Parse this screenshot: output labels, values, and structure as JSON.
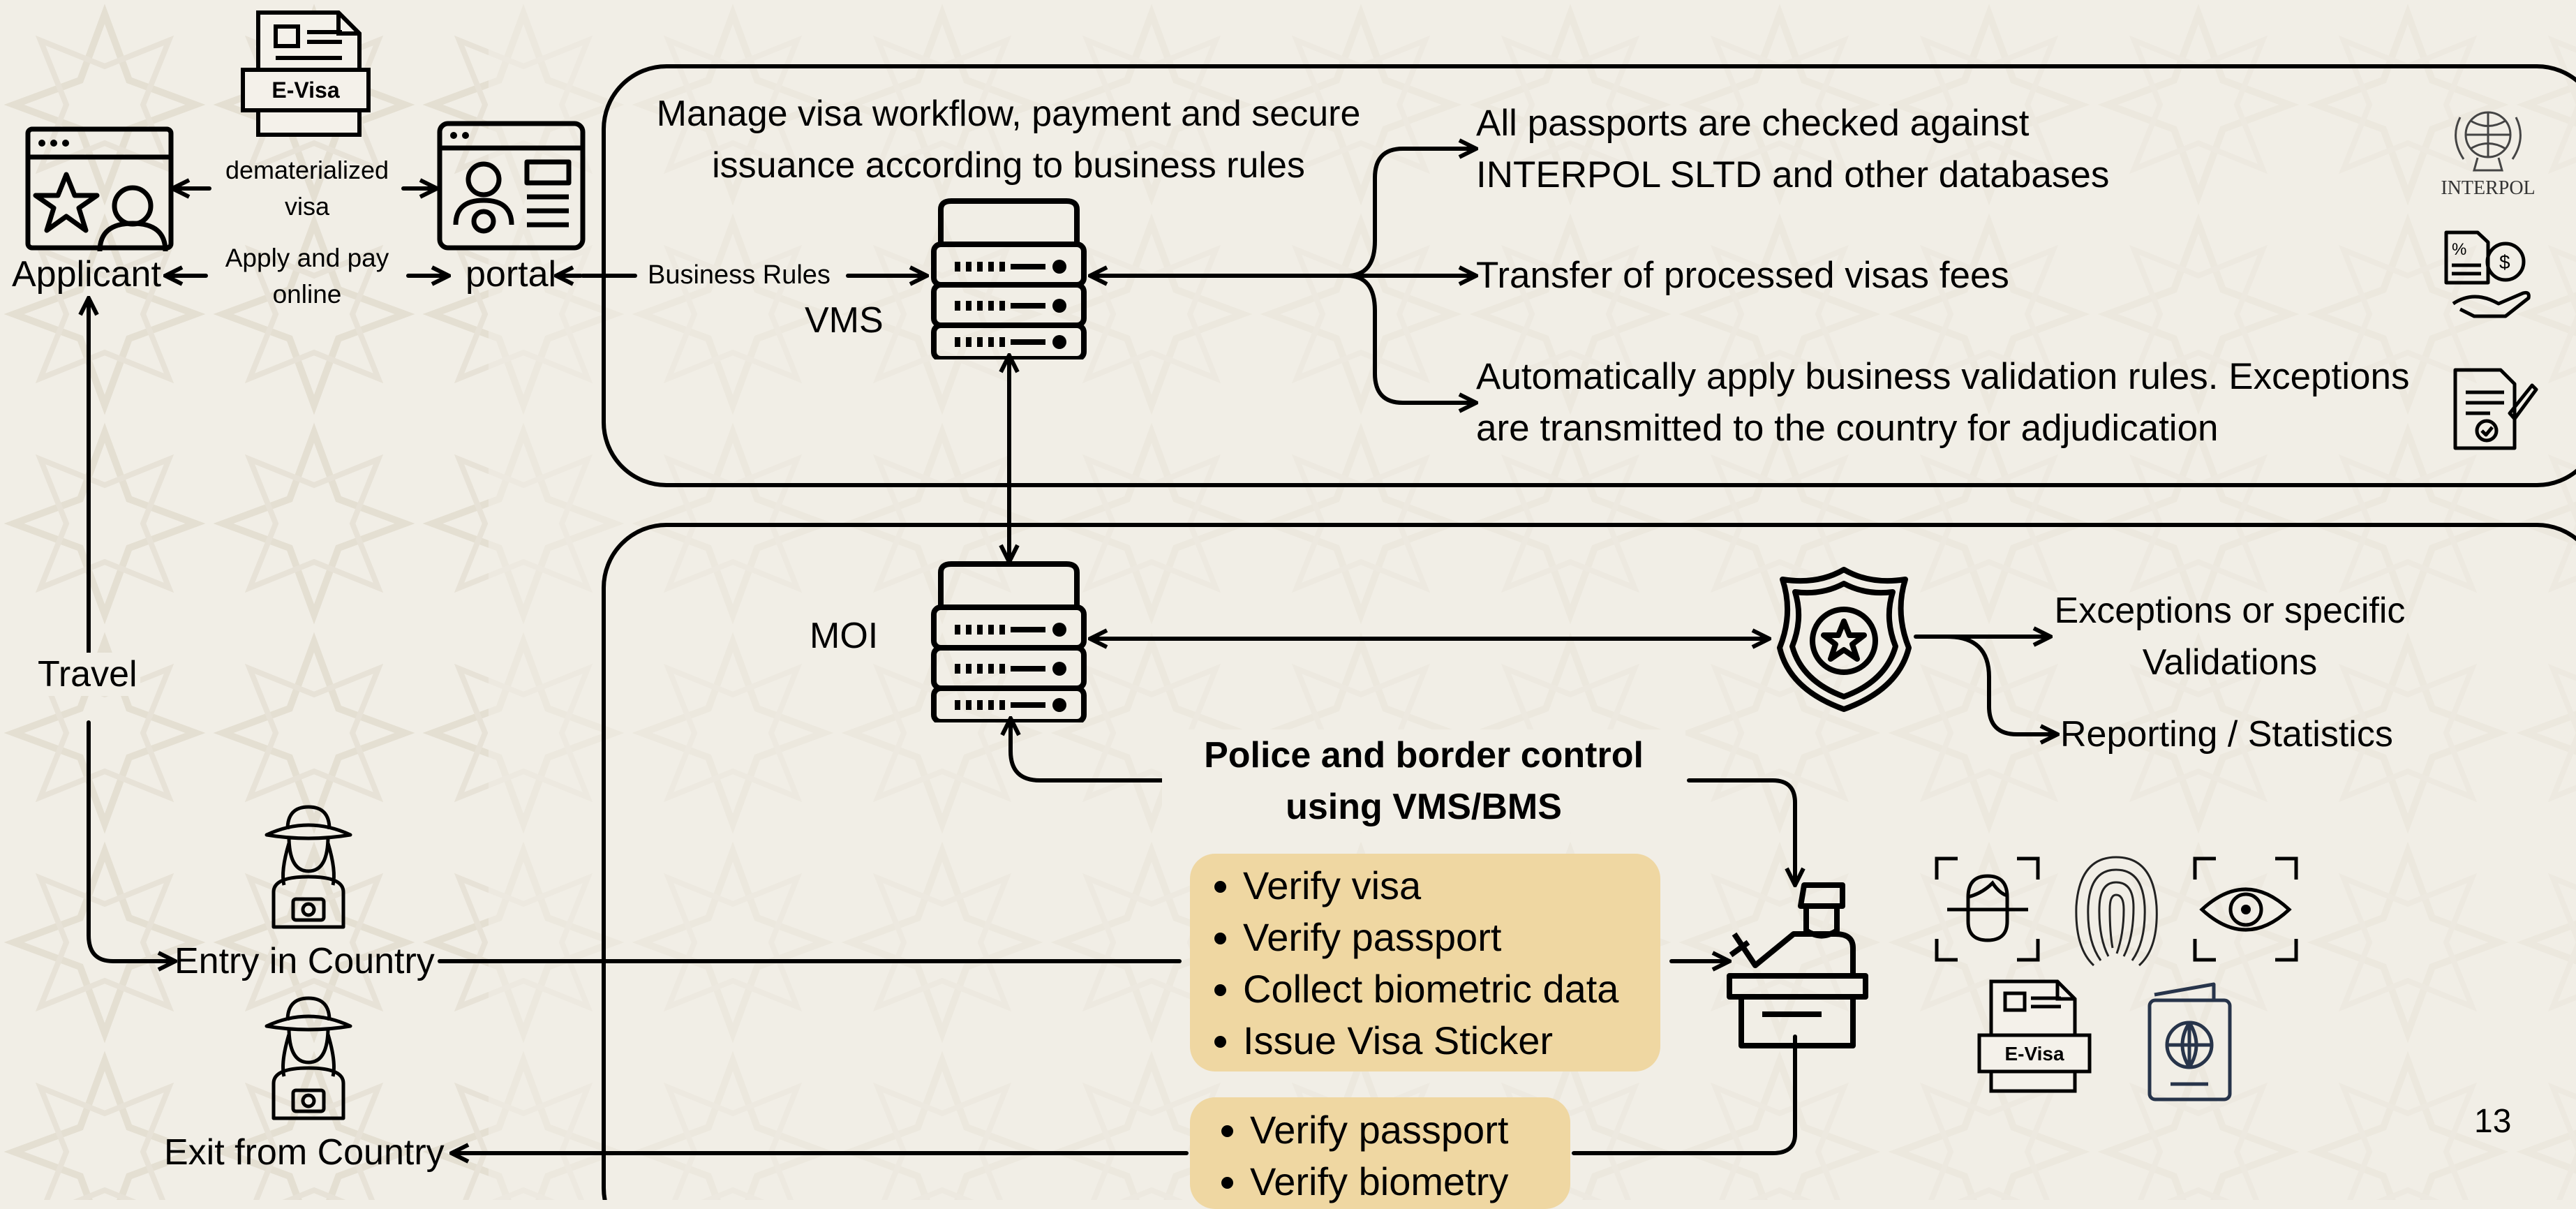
{
  "evisa_label": "E-Visa",
  "applicant": {
    "label": "Applicant",
    "dematerialized_visa": [
      "dematerialized",
      "visa"
    ],
    "apply_pay": [
      "Apply and pay",
      "online"
    ]
  },
  "portal": {
    "label": "portal",
    "business_rules": "Business Rules"
  },
  "vms": {
    "label": "VMS",
    "description": [
      "Manage visa workflow, payment and secure",
      "issuance according to business rules"
    ],
    "outputs": [
      [
        "All passports are checked against",
        "INTERPOL SLTD and other databases"
      ],
      [
        "Transfer of processed visas fees"
      ],
      [
        "Automatically apply business validation rules. Exceptions",
        "are transmitted to the country for adjudication"
      ]
    ],
    "interpol_label": "INTERPOL"
  },
  "moi": {
    "label": "MOI",
    "police_outputs": [
      [
        "Exceptions or specific",
        "Validations"
      ],
      [
        "Reporting / Statistics"
      ]
    ],
    "border_control": [
      "Police and border control",
      "using VMS/BMS"
    ],
    "entry_tasks": [
      "Verify visa",
      "Verify passport",
      "Collect biometric data",
      "Issue Visa Sticker"
    ],
    "exit_tasks": [
      "Verify passport",
      "Verify biometry"
    ]
  },
  "traveler": {
    "travel_label": "Travel",
    "entry_label": "Entry in Country",
    "exit_label": "Exit from Country"
  },
  "page_number": "13",
  "colors": {
    "task_box": "#efd7a2",
    "line": "#000000",
    "background": "#f1eee6"
  }
}
